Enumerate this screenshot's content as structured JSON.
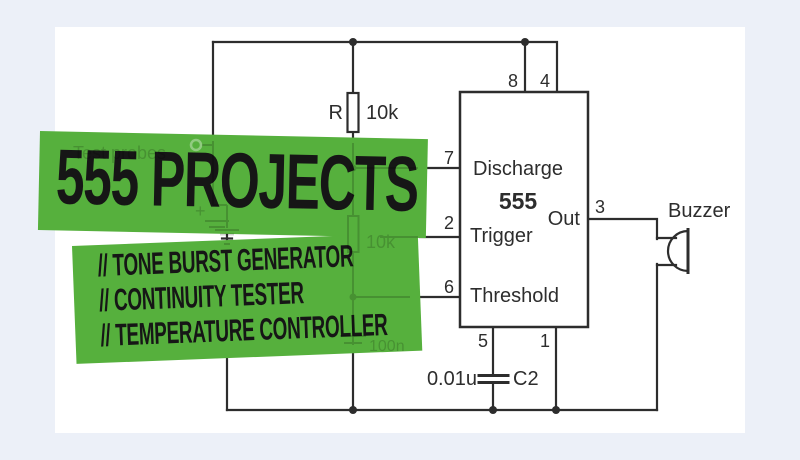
{
  "page": {
    "background": "#ecf0f8",
    "canvas": "#ffffff",
    "line_color": "#2d2d2d"
  },
  "banners": {
    "color": "#56b03d",
    "text_color": "#161616",
    "title": "555 PROJECTS",
    "items": [
      "// TONE BURST GENERATOR",
      "// CONTINUITY TESTER",
      "// TEMPERATURE CONTROLLER"
    ]
  },
  "circuit": {
    "ic": {
      "title": "555",
      "discharge": "Discharge",
      "trigger": "Trigger",
      "threshold": "Threshold",
      "out": "Out"
    },
    "pins": {
      "p8": "8",
      "p4": "4",
      "p7": "7",
      "p2": "2",
      "p6": "6",
      "p3": "3",
      "p5": "5",
      "p1": "1"
    },
    "resistor_r": {
      "ref": "R",
      "value": "10k"
    },
    "capacitor_c2": {
      "value": "0.01u",
      "ref": "C2"
    },
    "buzzer_label": "Buzzer",
    "hidden_fragments": {
      "test_probes": "Test probes",
      "r2_value": "10k",
      "c1_value": "100n",
      "battery_plus": "+"
    }
  }
}
